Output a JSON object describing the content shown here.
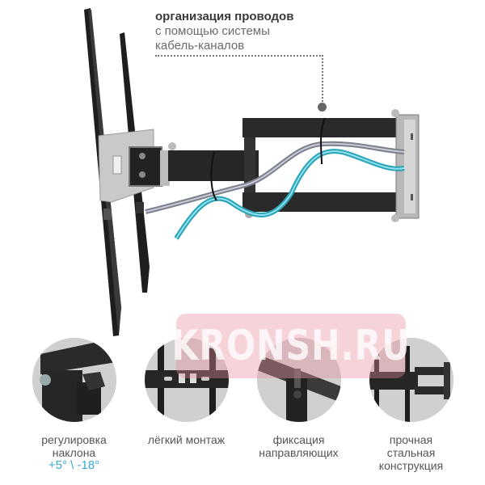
{
  "callout": {
    "title": "организация проводов",
    "line2": "с помощью системы",
    "line3": "кабель-каналов"
  },
  "watermark": {
    "text": "KRONSH.RU",
    "color": "#e88c9b"
  },
  "features": [
    {
      "label_lines": [
        "регулировка",
        "наклона"
      ],
      "accent": "+5° \\ -18°",
      "icon": "tilt-knob-icon"
    },
    {
      "label_lines": [
        "лёгкий монтаж"
      ],
      "accent": "",
      "icon": "mounting-plate-icon"
    },
    {
      "label_lines": [
        "фиксация",
        "направляющих"
      ],
      "accent": "",
      "icon": "rail-lock-icon"
    },
    {
      "label_lines": [
        "прочная",
        "стальная",
        "конструкция"
      ],
      "accent": "",
      "icon": "steel-arm-icon"
    }
  ],
  "colors": {
    "accent": "#3aa9d6",
    "text": "#555555",
    "title": "#3a3a3a",
    "steel_dark": "#2b2b2b",
    "steel_light": "#c8c8c8",
    "cable_blue": "#2aa3b8",
    "cable_grey": "#7c7f8c"
  }
}
